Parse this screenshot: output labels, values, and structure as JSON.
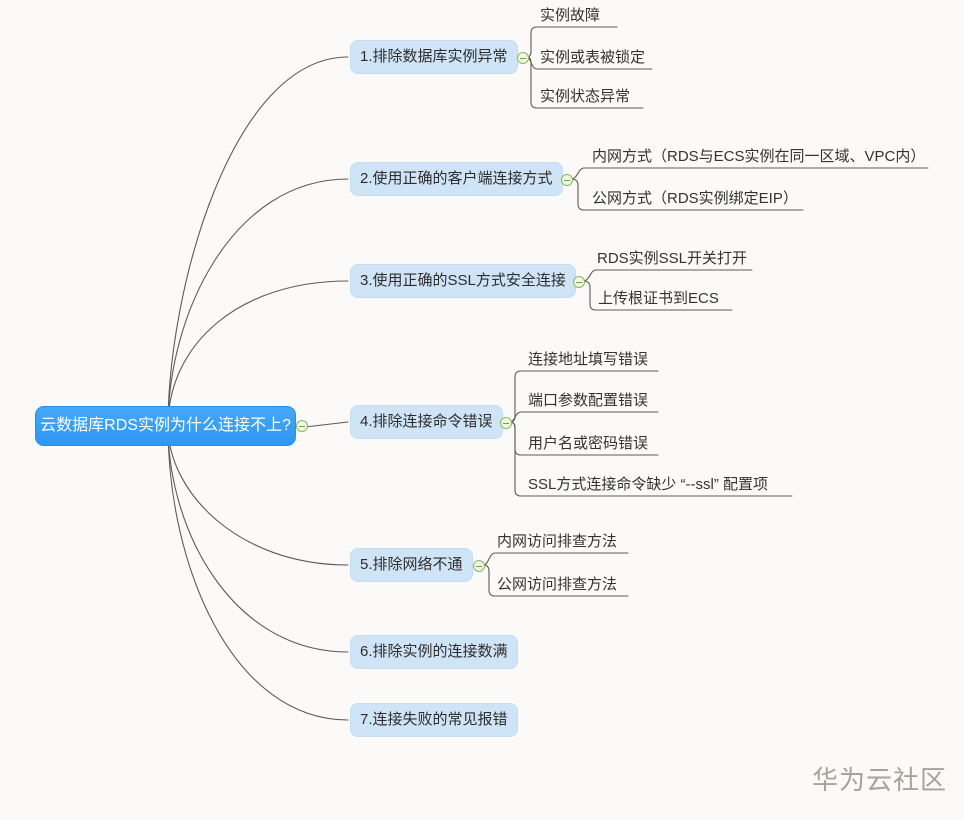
{
  "mindmap": {
    "root": {
      "label": "云数据库RDS实例为什么连接不上?"
    },
    "branches": [
      {
        "label": "1.排除数据库实例异常",
        "children": [
          "实例故障",
          "实例或表被锁定",
          "实例状态异常"
        ]
      },
      {
        "label": "2.使用正确的客户端连接方式",
        "children": [
          "内网方式（RDS与ECS实例在同一区域、VPC内）",
          "公网方式（RDS实例绑定EIP）"
        ]
      },
      {
        "label": "3.使用正确的SSL方式安全连接",
        "children": [
          "RDS实例SSL开关打开",
          "上传根证书到ECS"
        ]
      },
      {
        "label": "4.排除连接命令错误",
        "children": [
          "连接地址填写错误",
          "端口参数配置错误",
          "用户名或密码错误",
          "SSL方式连接命令缺少 “--ssl” 配置项"
        ]
      },
      {
        "label": "5.排除网络不通",
        "children": [
          "内网访问排查方法",
          "公网访问排查方法"
        ]
      },
      {
        "label": "6.排除实例的连接数满",
        "children": []
      },
      {
        "label": "7.连接失败的常见报错",
        "children": []
      }
    ],
    "collapse_icon": "minus",
    "colors": {
      "root_fill": "#349cf4",
      "root_text": "#ffffff",
      "topic_fill": "#cfe4f7",
      "topic_text": "#2d2d2d",
      "connector": "#5c5c5c",
      "collapse_ring": "#86b95d",
      "background": "#fbfaf8"
    }
  },
  "watermark": "华为云社区"
}
